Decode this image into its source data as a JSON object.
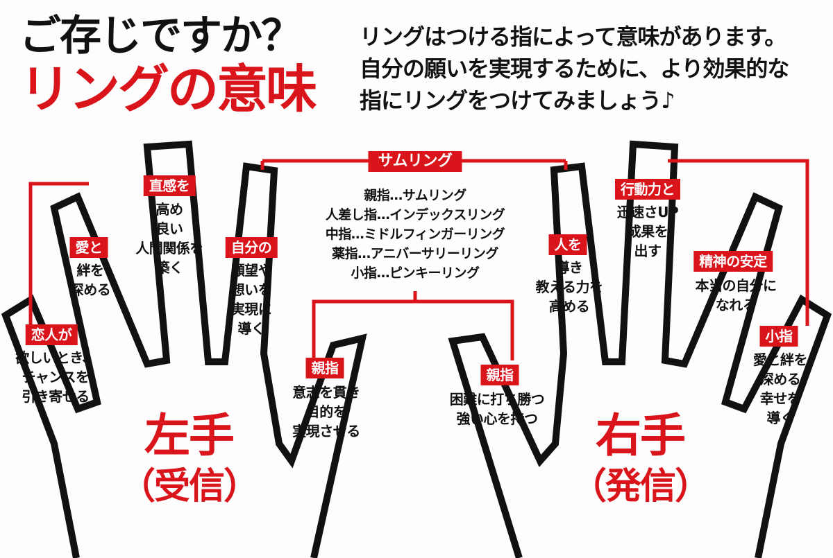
{
  "header": {
    "title_line1": "ご存じですか？",
    "title_line2": "リングの意味",
    "intro": [
      "リングはつける指によって意味があります。",
      "自分の願いを実現するために、より効果的な",
      "指にリングをつけてみましょう♪"
    ]
  },
  "center": {
    "thumb_ring_tag": "サムリング",
    "ring_names": [
      "親指…サムリング",
      "人差し指…インデックスリング",
      "中指…ミドルフィンガーリング",
      "薬指…アニバーサリーリング",
      "小指…ピンキーリング"
    ]
  },
  "left_hand": {
    "label": "左手",
    "sub": "（受信）",
    "fingers": {
      "pinky": {
        "tag": "恋人が",
        "lines": [
          "欲しいとき、",
          "チャンスを",
          "引き寄せる"
        ]
      },
      "ring": {
        "tag": "愛と",
        "lines": [
          "絆を",
          "深める"
        ]
      },
      "middle": {
        "tag": "直感を",
        "lines": [
          "高め",
          "良い",
          "人間関係を",
          "築く"
        ]
      },
      "index": {
        "tag": "自分の",
        "lines": [
          "願望や",
          "想いを",
          "実現に",
          "導く"
        ]
      },
      "thumb": {
        "tag": "親指",
        "lines": [
          "意志を貫き",
          "目的を",
          "実現させる"
        ]
      }
    }
  },
  "right_hand": {
    "label": "右手",
    "sub": "（発信）",
    "fingers": {
      "thumb": {
        "tag": "親指",
        "lines": [
          "困難に打ち勝つ",
          "強い心を持つ"
        ]
      },
      "index": {
        "tag": "人を",
        "lines": [
          "導き",
          "教える力を",
          "高める"
        ]
      },
      "middle": {
        "tag": "行動力と",
        "lines": [
          "迅速さUP",
          "成果を",
          "出す"
        ]
      },
      "ring": {
        "tag": "精神の安定",
        "lines": [
          "本当の自分に",
          "なれる"
        ]
      },
      "pinky": {
        "tag": "小指",
        "lines": [
          "愛と絆を",
          "深める",
          "幸せを",
          "導く"
        ]
      }
    }
  },
  "colors": {
    "accent": "#d9141b",
    "ink": "#111111",
    "background": "#fdfdfd"
  }
}
